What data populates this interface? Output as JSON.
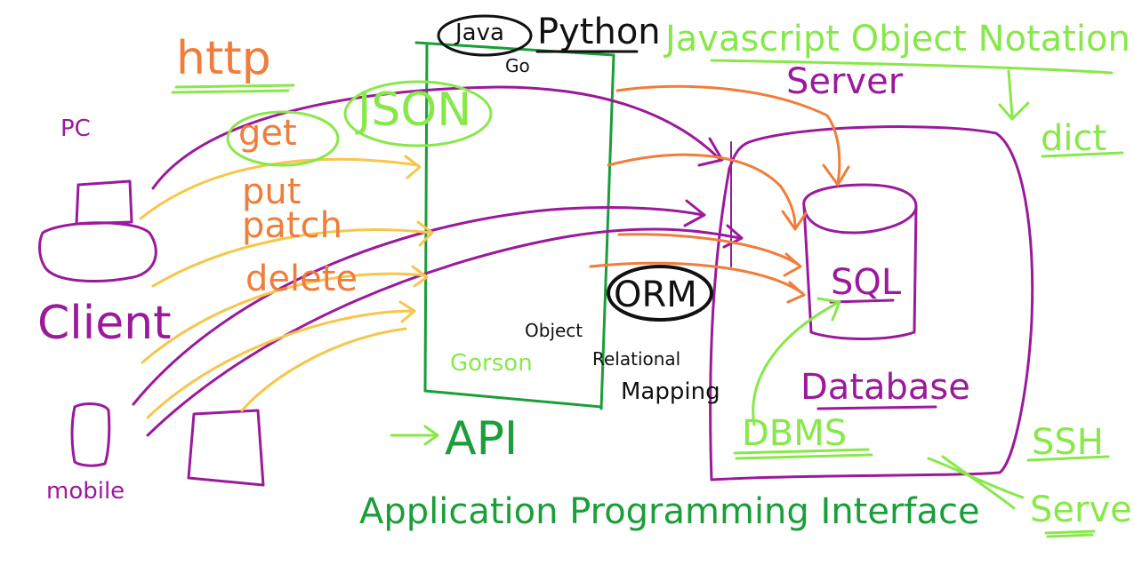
{
  "colors": {
    "purple": "#9b1a9b",
    "orange": "#f07d3a",
    "light_orange": "#f7c64a",
    "light_green": "#88e84a",
    "green": "#1a9e3a",
    "black": "#111111"
  },
  "labels": {
    "http": "http",
    "pc": "PC",
    "get": "get",
    "json": "JSON",
    "put": "put",
    "patch": "patch",
    "delete": "delete",
    "client": "Client",
    "mobile": "mobile",
    "java": "Java",
    "python": "Python",
    "go": "Go",
    "gorson": "Gorson",
    "orm": "ORM",
    "object": "Object",
    "relational": "Relational",
    "mapping": "Mapping",
    "api": "API",
    "api_full": "Application Programming Interface",
    "json_full": "Javascript Object Notation",
    "server": "Server",
    "dict": "dict",
    "sql": "SQL",
    "database": "Database",
    "dbms": "DBMS",
    "ssh": "SSH",
    "ssh_server": "Server"
  }
}
